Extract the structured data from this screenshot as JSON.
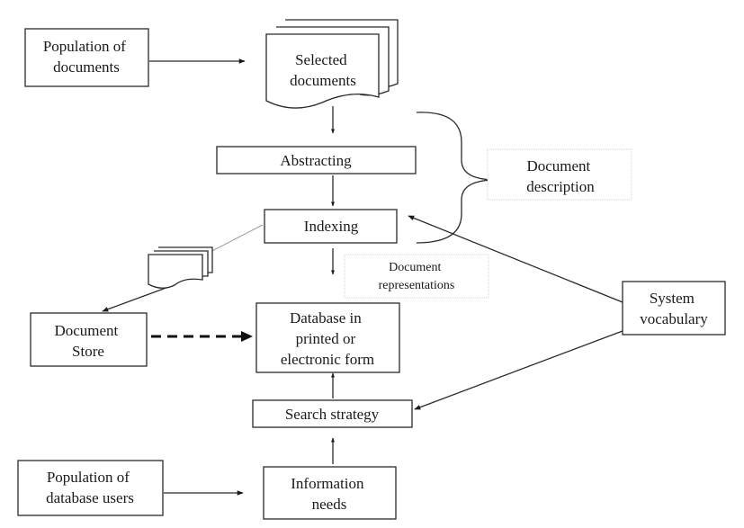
{
  "nodes": {
    "population_documents": [
      "Population of",
      "documents"
    ],
    "selected_documents": [
      "Selected",
      "documents"
    ],
    "abstracting": [
      "Abstracting"
    ],
    "indexing": [
      "Indexing"
    ],
    "document_description": [
      "Document",
      "description"
    ],
    "document_representations": [
      "Document",
      "representations"
    ],
    "document_store": [
      "Document",
      "Store"
    ],
    "database": [
      "Database in",
      "printed or",
      "electronic form"
    ],
    "search_strategy": [
      "Search strategy"
    ],
    "system_vocabulary": [
      "System",
      "vocabulary"
    ],
    "population_users": [
      "Population of",
      "database users"
    ],
    "information_needs": [
      "Information",
      "needs"
    ]
  }
}
